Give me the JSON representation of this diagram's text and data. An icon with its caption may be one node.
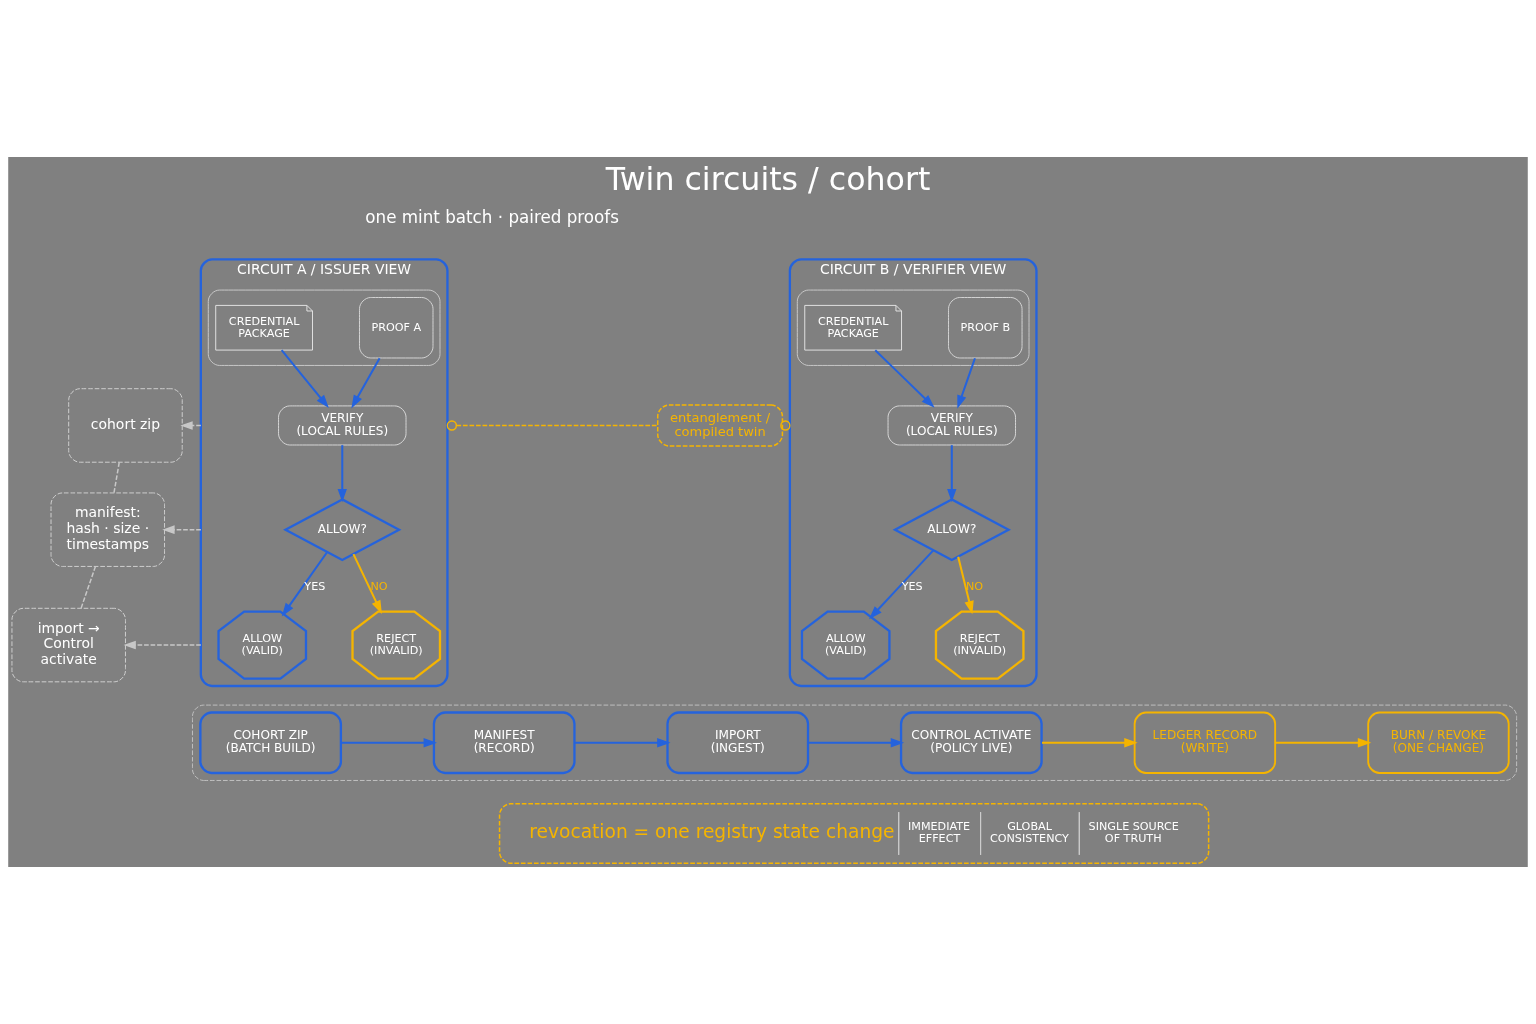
{
  "diagram": {
    "title": "Twin circuits / cohort",
    "nodes": [
      {
        "text": [
          "cohort zip"
        ]
      },
      {
        "text": [
          "manifest: hash · size · timestamps"
        ]
      },
      {
        "text": [
          "import → Control activate"
        ]
      },
      {
        "text": [
          "CIRCUIT A / ISSUER VIEW"
        ]
      },
      {
        "text": [],
        "shape": "box",
        "in": 3
      },
      {
        "text": [
          "CREDENTIAL PACKAGE"
        ],
        "in": 4
      },
      {
        "text": [
          "PROOF A"
        ],
        "in": 4
      },
      {
        "text": [
          "VERIFY (LOCAL RULES)"
        ],
        "in": 3
      },
      {
        "text": [
          "ALLOW?"
        ],
        "in": 3
      },
      {
        "text": [
          "ALLOW (VALID)"
        ],
        "in": 3
      },
      {
        "text": [
          "REJECT (INVALID)"
        ],
        "in": 3
      },
      {
        "text": [
          "entanglement / compiled twin"
        ]
      },
      {
        "text": [
          "CIRCUIT B / VERIFIER VIEW"
        ]
      },
      {
        "text": [],
        "shape": "box",
        "in": 12
      },
      {
        "text": [
          "CREDENTIAL PACKAGE"
        ],
        "in": 13
      },
      {
        "text": [
          "PROOF B"
        ],
        "in": 13
      },
      {
        "text": [
          "VERIFY (LOCAL RULES)"
        ],
        "in": 12
      },
      {
        "text": [
          "ALLOW?"
        ],
        "in": 12
      },
      {
        "text": [
          "ALLOW (VALID)"
        ],
        "in": 12
      },
      {
        "text": [
          "REJECT (INVALID)"
        ],
        "in": 12
      },
      {
        "text": [],
        "shape": "box"
      },
      {
        "text": [
          "COHORT ZIP (BATCH BUILD)"
        ],
        "in": 20
      },
      {
        "text": [
          "MANIFEST (RECORD)"
        ],
        "in": 20
      },
      {
        "text": [
          "IMPORT (INGEST)"
        ],
        "in": 20
      },
      {
        "text": [
          "CONTROL ACTIVATE (POLICY LIVE)"
        ],
        "in": 20
      },
      {
        "text": [
          "LEDGER RECORD (WRITE)"
        ],
        "in": 20
      },
      {
        "text": [
          "BURN / REVOKE (ONE CHANGE)"
        ],
        "in": 20
      },
      {
        "text": [
          "revocation = one registry state change",
          "IMMEDIATE EFFECT",
          "GLOBAL CONSISTENCY",
          "SINGLE SOURCE OF TRUTH"
        ]
      }
    ],
    "edges": [
      {
        "from": 0,
        "to": 1,
        "arrow": "none",
        "style": "dashed",
        "color": "#c8c8c8"
      },
      {
        "from": 1,
        "to": 2,
        "arrow": "none",
        "style": "dashed",
        "color": "#c8c8c8"
      },
      {
        "from": 3,
        "to": 0,
        "arrow": "to",
        "style": "dashed",
        "color": "#c8c8c8"
      },
      {
        "from": 3,
        "to": 1,
        "arrow": "to",
        "style": "dashed",
        "color": "#c8c8c8"
      },
      {
        "from": 3,
        "to": 2,
        "arrow": "to",
        "style": "dashed",
        "color": "#c8c8c8"
      },
      {
        "from": 5,
        "to": 7,
        "arrow": "to"
      },
      {
        "from": 6,
        "to": 7,
        "arrow": "to"
      },
      {
        "from": 7,
        "to": 8,
        "arrow": "to"
      },
      {
        "from": 8,
        "to": 9,
        "arrow": "to",
        "label": "YES"
      },
      {
        "from": 8,
        "to": 10,
        "arrow": "to",
        "label": "NO",
        "color": "#f5b400"
      },
      {
        "from": 3,
        "to": 11,
        "arrow": "other",
        "style": "dashed",
        "color": "#f5b400"
      },
      {
        "from": 11,
        "to": 12,
        "arrow": "other",
        "style": "dashed",
        "color": "#f5b400"
      },
      {
        "from": 14,
        "to": 16,
        "arrow": "to"
      },
      {
        "from": 15,
        "to": 16,
        "arrow": "to"
      },
      {
        "from": 16,
        "to": 17,
        "arrow": "to"
      },
      {
        "from": 17,
        "to": 18,
        "arrow": "to",
        "label": "YES"
      },
      {
        "from": 17,
        "to": 19,
        "arrow": "to",
        "label": "NO",
        "color": "#f5b400"
      },
      {
        "from": 21,
        "to": 22,
        "arrow": "to"
      },
      {
        "from": 22,
        "to": 23,
        "arrow": "to"
      },
      {
        "from": 23,
        "to": 24,
        "arrow": "to"
      },
      {
        "from": 24,
        "to": 25,
        "arrow": "to",
        "color": "#f5b400"
      },
      {
        "from": 25,
        "to": 26,
        "arrow": "to",
        "color": "#f5b400"
      }
    ],
    "labels": [
      "one mint batch · paired proofs"
    ]
  }
}
